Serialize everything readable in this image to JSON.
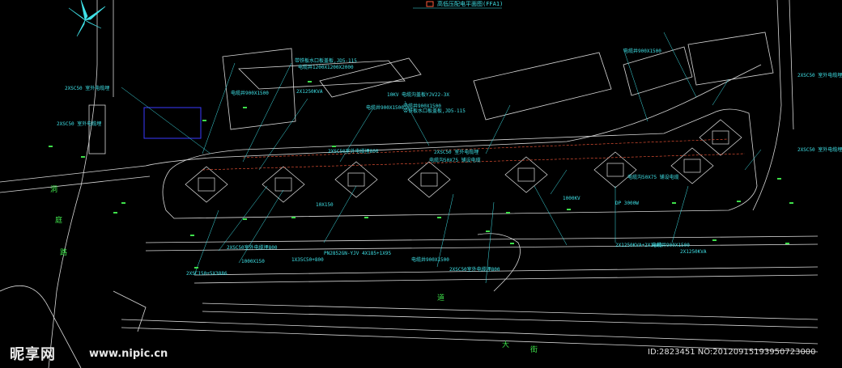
{
  "drawing": {
    "title": "高低压配电平面图(FFA1)",
    "colors": {
      "background": "#000000",
      "cable": "#3fe0e6",
      "building": "#e8e8e8",
      "annotation": "#3ee04a",
      "highlight": "#ff5a3a",
      "zone": "#3a3aff"
    },
    "labels": [
      {
        "id": "l1",
        "text": "2XSC50 室外电缆埋",
        "cls": "cy"
      },
      {
        "id": "l2",
        "text": "电缆井900X1500",
        "cls": "cy"
      },
      {
        "id": "l3",
        "text": "带铁板水口板盖板,JD5-115",
        "cls": "cy"
      },
      {
        "id": "l4",
        "text": "电缆井1200X1200X2000",
        "cls": "cy"
      },
      {
        "id": "l5",
        "text": "2X1250KVA",
        "cls": "cy"
      },
      {
        "id": "l6",
        "text": "10KV 电缆沟盖板YJV22-3X",
        "cls": "cy"
      },
      {
        "id": "l7",
        "text": "电缆井900X1500",
        "cls": "cy"
      },
      {
        "id": "l8",
        "text": "2XSC50室外电缆埋800",
        "cls": "cy"
      },
      {
        "id": "l9",
        "text": "电缆井900X1500",
        "cls": "cy"
      },
      {
        "id": "l10",
        "text": "带铁板水口板盖板,JD5-115",
        "cls": "cy"
      },
      {
        "id": "l11",
        "text": "2XSC50 室外电缆埋",
        "cls": "cy"
      },
      {
        "id": "l12",
        "text": "2XSC50 室外电缆埋",
        "cls": "cy"
      },
      {
        "id": "l13",
        "text": "电缆沟50X75 铺设电缆",
        "cls": "cy"
      },
      {
        "id": "l14",
        "text": "1000KV",
        "cls": "cy"
      },
      {
        "id": "l15",
        "text": "DP 3000W",
        "cls": "cy"
      },
      {
        "id": "l16",
        "text": "电缆沟50X75 铺设电缆",
        "cls": "cy"
      },
      {
        "id": "l17",
        "text": "2XSC50室外电缆埋800",
        "cls": "cy"
      },
      {
        "id": "l18",
        "text": "PN2852GN-YJV 4X185+1X95",
        "cls": "cy"
      },
      {
        "id": "l19",
        "text": "电缆井900X1500",
        "cls": "cy"
      },
      {
        "id": "l20",
        "text": "2X1250KVA+2X1000",
        "cls": "cy"
      },
      {
        "id": "l21",
        "text": "电缆井900X1500",
        "cls": "cy"
      },
      {
        "id": "l22",
        "text": "2X1250KVA",
        "cls": "cy"
      },
      {
        "id": "l23",
        "text": "1000X150",
        "cls": "cy"
      },
      {
        "id": "l24",
        "text": "2XSC150+5X3886",
        "cls": "cy"
      },
      {
        "id": "l25",
        "text": "1X35C50+800",
        "cls": "cy"
      },
      {
        "id": "l26",
        "text": "2XSC50 室外电缆埋",
        "cls": "cy"
      },
      {
        "id": "l27",
        "text": "电缆井900X1500",
        "cls": "cy"
      },
      {
        "id": "l28",
        "text": "2XSC50 室外电缆埋",
        "cls": "cy"
      },
      {
        "id": "l29",
        "text": "10X150",
        "cls": "cy"
      },
      {
        "id": "l30",
        "text": "2XSC50室外电缆埋800",
        "cls": "cy"
      }
    ],
    "street_labels": [
      "洞",
      "庭",
      "路",
      "道",
      "大",
      "街"
    ]
  },
  "watermark": {
    "logo": "昵享网",
    "url": "www.nipic.cn",
    "id_text": "ID:2823451 NO:20120915193950723000"
  }
}
